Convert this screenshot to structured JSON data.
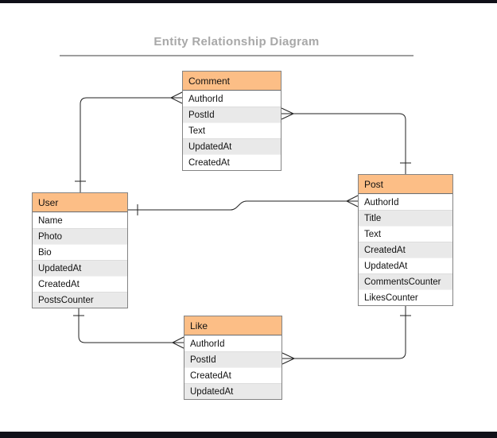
{
  "page": {
    "title": "Entity Relationship Diagram"
  },
  "colors": {
    "header_fill": "#fcbe86",
    "row_alt_fill": "#e9e9e9",
    "row_fill": "#ffffff",
    "table_border": "#838383",
    "title_text": "#a8a8a8",
    "title_rule": "#9e9e9e",
    "connector_line": "#222222",
    "edge_bars": "#101018"
  },
  "tables": {
    "comment": {
      "title": "Comment",
      "fields": [
        "AuthorId",
        "PostId",
        "Text",
        "UpdatedAt",
        "CreatedAt"
      ]
    },
    "post": {
      "title": "Post",
      "fields": [
        "AuthorId",
        "Title",
        "Text",
        "CreatedAt",
        "UpdatedAt",
        "CommentsCounter",
        "LikesCounter"
      ]
    },
    "user": {
      "title": "User",
      "fields": [
        "Name",
        "Photo",
        "Bio",
        "UpdatedAt",
        "CreatedAt",
        "PostsCounter"
      ]
    },
    "like": {
      "title": "Like",
      "fields": [
        "AuthorId",
        "PostId",
        "CreatedAt",
        "UpdatedAt"
      ]
    }
  },
  "relationships": [
    {
      "from": "User",
      "to": "Comment.AuthorId",
      "from_cardinality": "one",
      "to_cardinality": "many"
    },
    {
      "from": "Comment.PostId",
      "to": "Post",
      "from_cardinality": "many",
      "to_cardinality": "one"
    },
    {
      "from": "User",
      "to": "Post.AuthorId",
      "from_cardinality": "one",
      "to_cardinality": "many"
    },
    {
      "from": "User",
      "to": "Like.AuthorId",
      "from_cardinality": "one",
      "to_cardinality": "many"
    },
    {
      "from": "Like.PostId",
      "to": "Post",
      "from_cardinality": "many",
      "to_cardinality": "one"
    }
  ]
}
